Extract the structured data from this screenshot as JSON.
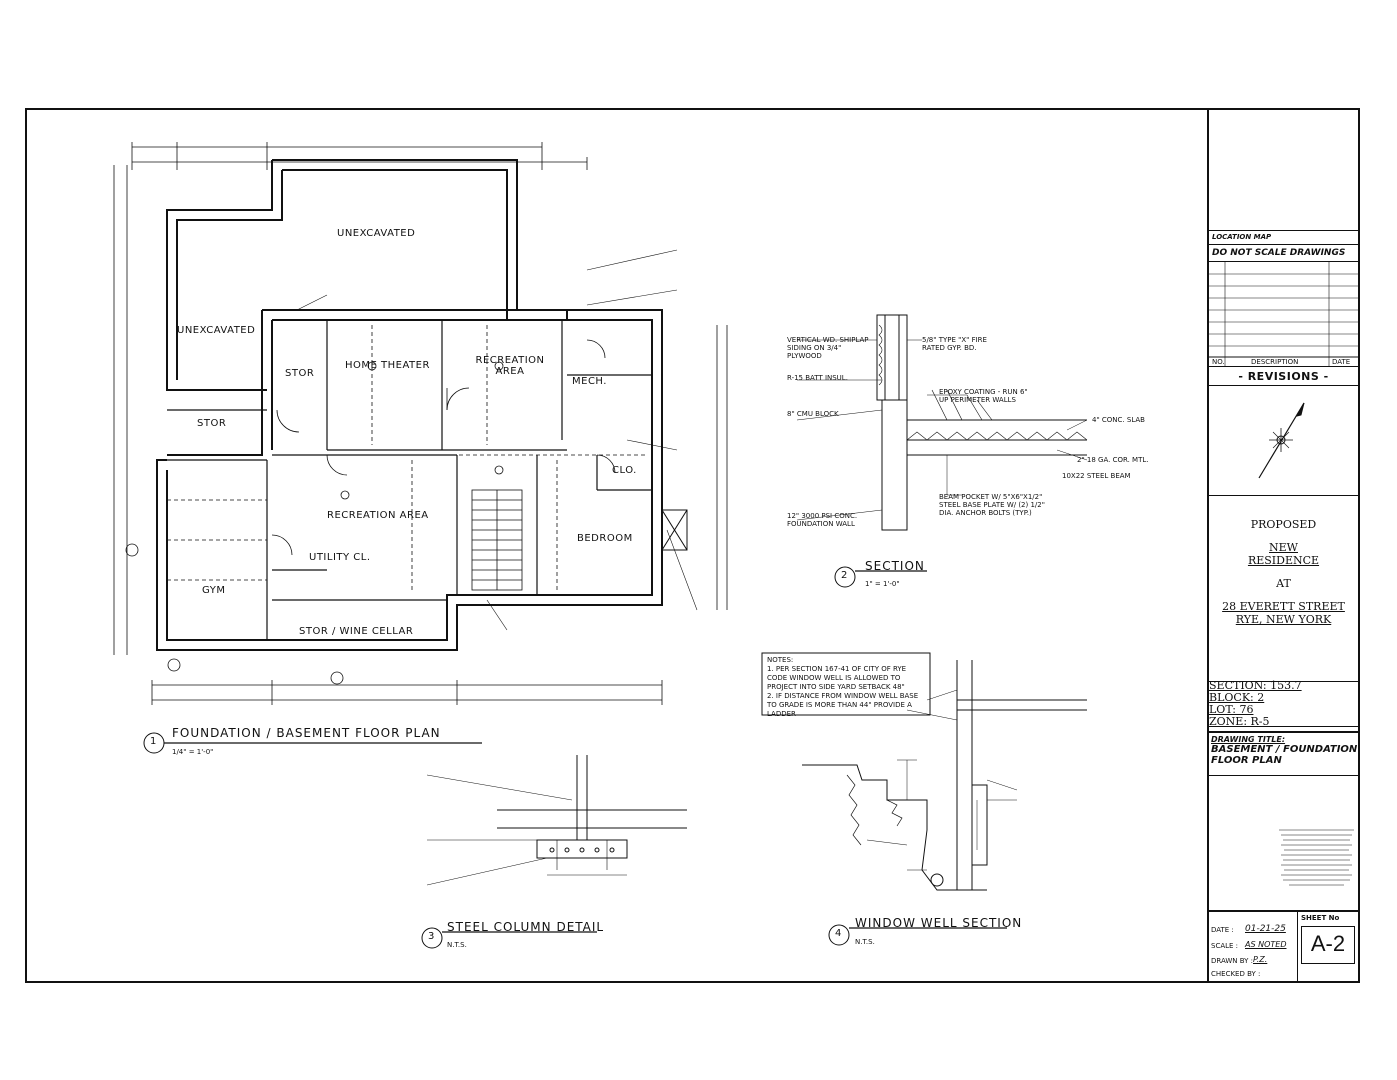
{
  "plan": {
    "rooms": {
      "unexcavated_top": "UNEXCAVATED",
      "unexcavated_left": "UNEXCAVATED",
      "home_theater": "HOME THEATER",
      "recreation_area_top": "RECREATION AREA",
      "mech": "MECH.",
      "stor_1": "STOR",
      "stor_2": "STOR",
      "recreation_area_main": "RECREATION AREA",
      "utility": "UTILITY CL.",
      "gym": "GYM",
      "bedroom": "BEDROOM",
      "stor_wine": "STOR / WINE CELLAR",
      "clo": "CLO."
    }
  },
  "details": {
    "d1": {
      "number": "1",
      "title": "FOUNDATION / BASEMENT FLOOR PLAN",
      "scale": "1/4\" = 1'-0\""
    },
    "d2": {
      "number": "2",
      "title": "SECTION",
      "scale": "1\" = 1'-0\""
    },
    "d3": {
      "number": "3",
      "title": "STEEL COLUMN DETAIL",
      "scale": "N.T.S."
    },
    "d4": {
      "number": "4",
      "title": "WINDOW WELL SECTION",
      "scale": "N.T.S."
    }
  },
  "section_notes": {
    "n1": "VERTICAL WD. SHIPLAP SIDING ON 3/4\" PLYWOOD",
    "n2": "R-15 BATT INSUL.",
    "n3": "8\" CMU BLOCK",
    "n4": "5/8\" TYPE \"X\" FIRE RATED GYP. BD.",
    "n5": "EPOXY COATING - RUN 6\" UP PERIMETER WALLS",
    "n6": "4\" CONC. SLAB",
    "n7": "2\" 18 GA. COR. MTL.",
    "n8": "10X22 STEEL BEAM",
    "n9": "BEAM POCKET W/ 5\"X6\"X1/2\" STEEL BASE PLATE W/ (2) 1/2\" DIA. ANCHOR BOLTS (TYP.)",
    "n10": "12\" 3000 PSI CONC. FOUNDATION WALL"
  },
  "notes_box": {
    "heading": "NOTES:",
    "line1": "1. PER SECTION 167-41 OF CITY OF RYE CODE WINDOW WELL IS ALLOWED TO PROJECT INTO SIDE YARD SETBACK 48\"",
    "line2": "2. IF DISTANCE FROM WINDOW WELL BASE TO GRADE IS MORE THAN 44\" PROVIDE A LADDER"
  },
  "title_block": {
    "location_map": "LOCATION MAP",
    "do_not_scale": "DO NOT SCALE DRAWINGS",
    "rev_no": "NO.",
    "rev_desc": "DESCRIPTION",
    "rev_date": "DATE",
    "revisions": "- REVISIONS -",
    "proposed": "PROPOSED",
    "new_residence_1": "NEW",
    "new_residence_2": "RESIDENCE",
    "at": "AT",
    "address_1": "28 EVERETT STREET",
    "address_2": "RYE, NEW YORK",
    "section": "SECTION: 153.7",
    "block": "BLOCK: 2",
    "lot": "LOT: 76",
    "zone": "ZONE: R-5",
    "drawing_title_label": "DRAWING TITLE:",
    "drawing_title_1": "BASEMENT / FOUNDATION",
    "drawing_title_2": "FLOOR PLAN",
    "date_label": "DATE :",
    "date_value": "01-21-25",
    "scale_label": "SCALE :",
    "scale_value": "AS NOTED",
    "drawn_label": "DRAWN BY :",
    "drawn_value": "P.Z.",
    "checked_label": "CHECKED BY :",
    "sheet_label": "SHEET No",
    "sheet_no": "A-2"
  }
}
